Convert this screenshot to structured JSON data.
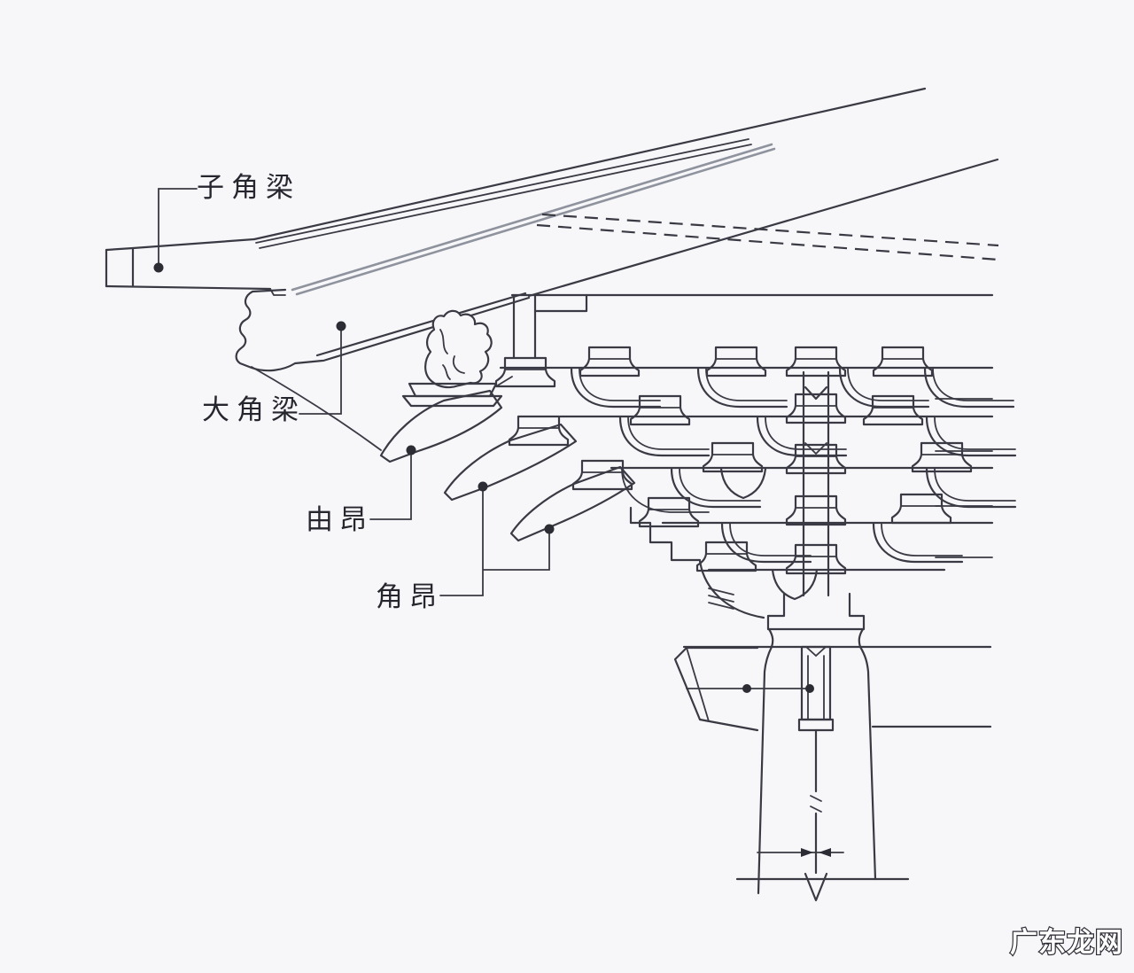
{
  "page": {
    "background_color": "#f7f7fa",
    "line_color": "#3a3a44",
    "beam_edge_color": "#8f939d",
    "description_type": "architectural line diagram of Chinese dougong roof-corner bracket set"
  },
  "labels": {
    "zijiaoliang": {
      "text": "子角梁"
    },
    "dajiaoliang": {
      "text": "大角梁"
    },
    "youang": {
      "text": "由昂"
    },
    "jiaoang": {
      "text": "角昂"
    }
  },
  "watermark": {
    "text": "广东龙网"
  }
}
